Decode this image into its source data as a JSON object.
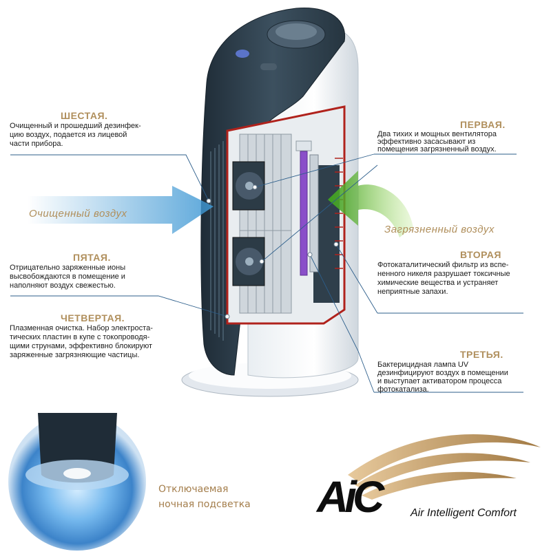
{
  "callouts": {
    "sixth": {
      "title": "ШЕСТАЯ.",
      "text": [
        "Очищенный и прошедший дезинфек-",
        "цию воздух, подается из лицевой",
        "части прибора."
      ]
    },
    "first": {
      "title": "ПЕРВАЯ.",
      "text": [
        "Два тихих и мощных вентилятора",
        "эффективно засасывают из",
        "помещения загрязненный воздух."
      ]
    },
    "fifth": {
      "title": "ПЯТАЯ.",
      "text": [
        "Отрицательно заряженные ионы",
        "высвобождаются в помещение и",
        "наполняют воздух свежестью."
      ]
    },
    "second": {
      "title": "ВТОРАЯ",
      "text": [
        "Фотокаталитический фильтр из вспе-",
        "ненного никеля разрушает токсичные",
        "химические вещества и устраняет",
        "неприятные запахи."
      ]
    },
    "fourth": {
      "title": "ЧЕТВЕРТАЯ.",
      "text": [
        "Плазменная очистка. Набор электроста-",
        "тических пластин в купе с токопроводя-",
        "щими струнами, эффективно блокируют",
        "заряженные загрязняющие частицы."
      ]
    },
    "third": {
      "title": "ТРЕТЬЯ.",
      "text": [
        "Бактерицидная лампа UV",
        "дезинфицируют воздух в помещении",
        "и выступает активатором процесса",
        "фотокатализа."
      ]
    }
  },
  "flows": {
    "clean": "Очищенный воздух",
    "dirty": "Загрязненный воздух"
  },
  "night_light": [
    "Отключаемая",
    "ночная подсветка"
  ],
  "brand": {
    "logo": "AiC",
    "name": "Air Intelligent Comfort"
  },
  "colors": {
    "title_gold": "#b08f5c",
    "clean_air": "#4aa3d8",
    "dirty_air": "#4caf2a",
    "body_navy": "#2e3f4d",
    "filter_red": "#b0221c",
    "uv_purple": "#8a4fc9",
    "brand_gold": "#b5935f"
  }
}
